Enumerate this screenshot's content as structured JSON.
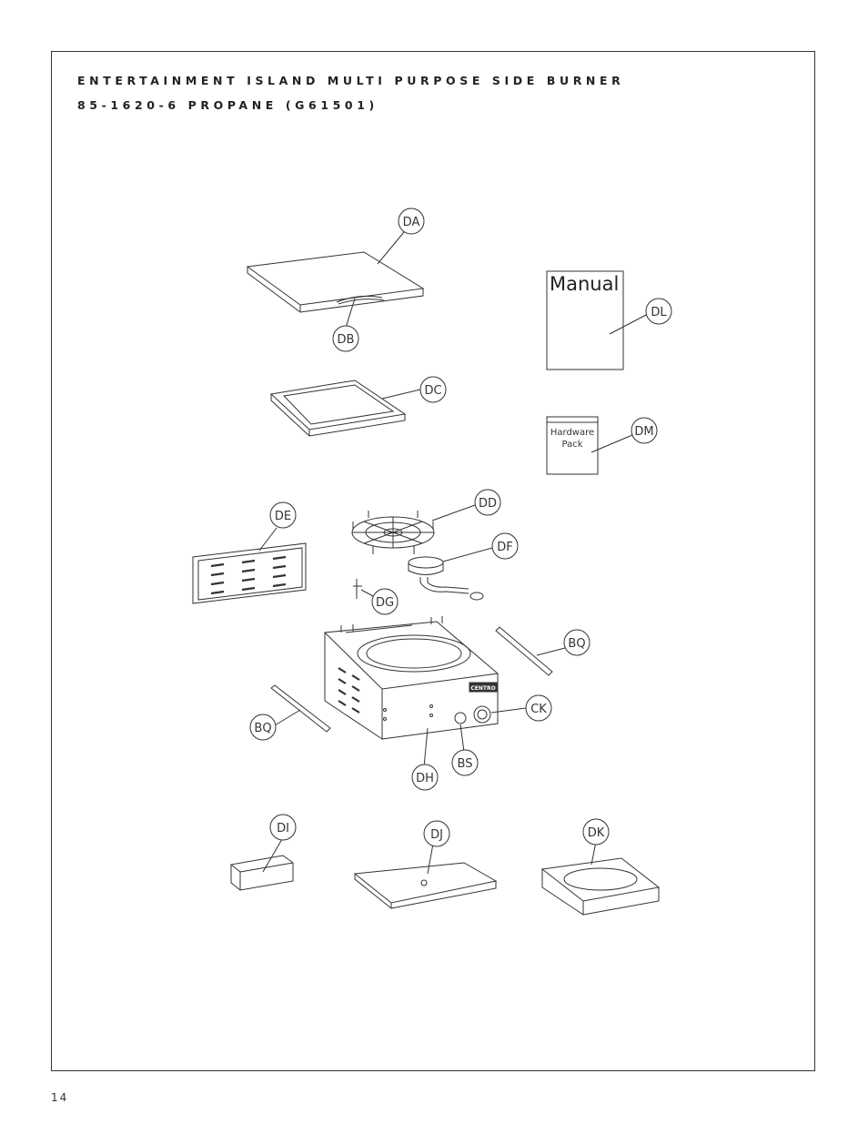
{
  "header": {
    "line1": "ENTERTAINMENT ISLAND MULTI PURPOSE SIDE BURNER",
    "line2": "85-1620-6 PROPANE (G61501)"
  },
  "page_number": "14",
  "boxes": {
    "manual": "Manual",
    "hardware_line1": "Hardware",
    "hardware_line2": "Pack"
  },
  "logo": "CENTRO",
  "callouts": {
    "DA": "DA",
    "DB": "DB",
    "DC": "DC",
    "DD": "DD",
    "DE": "DE",
    "DF": "DF",
    "DG": "DG",
    "DH": "DH",
    "DI": "DI",
    "DJ": "DJ",
    "DK": "DK",
    "DL": "DL",
    "DM": "DM",
    "BQ": "BQ",
    "BS": "BS",
    "CK": "CK"
  }
}
